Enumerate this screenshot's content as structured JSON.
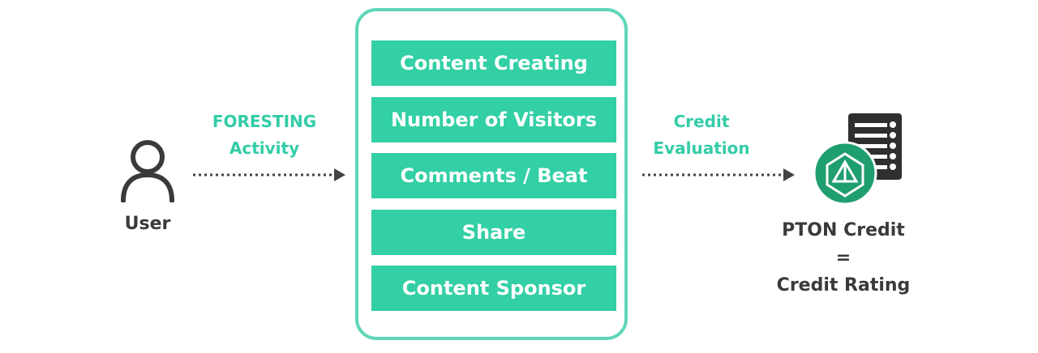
{
  "user": {
    "label": "User"
  },
  "flow": {
    "activity_label": [
      "FORESTING",
      "Activity"
    ],
    "evaluation_label": [
      "Credit",
      "Evaluation"
    ]
  },
  "activities": [
    "Content Creating",
    "Number of Visitors",
    "Comments / Beat",
    "Share",
    "Content Sponsor"
  ],
  "result": {
    "label": [
      "PTON Credit",
      "=",
      "Credit Rating"
    ]
  },
  "colors": {
    "accent": "#33cfa5",
    "panel_border": "#5fd6b7",
    "text_dark": "#3a3a3a",
    "icon_green": "#1f9e70"
  }
}
